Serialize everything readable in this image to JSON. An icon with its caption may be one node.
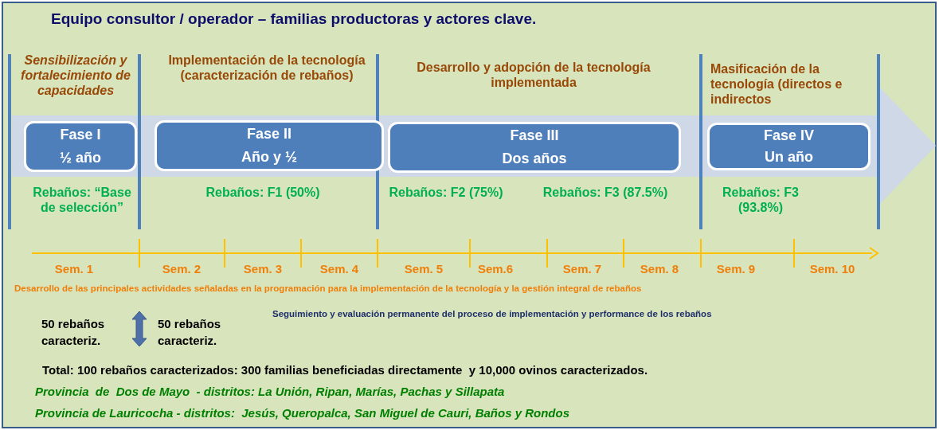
{
  "diagram": {
    "title": "Equipo consultor / operador – familias productoras y actores clave.",
    "nodes": [
      {
        "text": [
          "Fase I",
          "½ año"
        ],
        "beside": [
          "Sensibilización y fortalecimiento de capacidades",
          "Rebaños: “Base de selección”"
        ]
      },
      {
        "text": [
          "Fase II",
          "Año y ½"
        ],
        "beside": [
          "Implementación de la tecnología (caracterización de rebaños)",
          "Rebaños: F1 (50%)"
        ]
      },
      {
        "text": [
          "Fase III",
          "Dos años"
        ],
        "beside": [
          "Desarrollo y adopción de la tecnología implementada",
          "Rebaños: F2 (75%)",
          "Rebaños: F3 (87.5%)"
        ]
      },
      {
        "text": [
          "Fase IV",
          "Un año"
        ],
        "beside": [
          "Masificación de la tecnología (directos e indirectos",
          "Rebaños: F3 (93.8%)"
        ]
      }
    ],
    "labels": [
      "Sem. 1",
      "Sem. 2",
      "Sem. 3",
      "Sem. 4",
      "Sem. 5",
      "Sem.6",
      "Sem. 7",
      "Sem. 8",
      "Sem. 9",
      "Sem. 10",
      "Desarrollo de las principales actividades señaladas en la programación para la implementación de la tecnología y la gestión integral de rebaños",
      "Seguimiento y evaluación permanente del proceso de implementación y performance de los rebaños",
      "50 rebaños caracteriz.",
      "50 rebaños caracteriz.",
      "Total: 100 rebaños caracterizados: 300 familias beneficiadas directamente  y 10,000 ovinos caracterizados.",
      "Provincia  de  Dos de Mayo  - distritos: La Unión, Ripan, Marías, Pachas y Sillapata",
      "Provincia de Lauricocha - distritos:  Jesús, Queropalca, San Miguel de Cauri, Baños y Rondos"
    ]
  }
}
